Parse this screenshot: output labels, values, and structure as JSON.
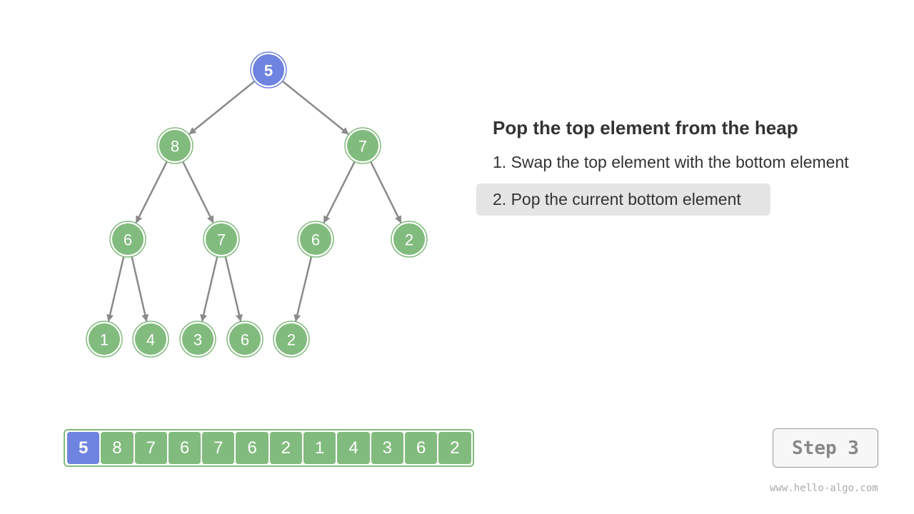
{
  "heap_tree": {
    "nodes": [
      {
        "id": 0,
        "value": "5",
        "state": "highlight"
      },
      {
        "id": 1,
        "value": "8",
        "state": "normal"
      },
      {
        "id": 2,
        "value": "7",
        "state": "normal"
      },
      {
        "id": 3,
        "value": "6",
        "state": "normal"
      },
      {
        "id": 4,
        "value": "7",
        "state": "normal"
      },
      {
        "id": 5,
        "value": "6",
        "state": "normal"
      },
      {
        "id": 6,
        "value": "2",
        "state": "normal"
      },
      {
        "id": 7,
        "value": "1",
        "state": "normal"
      },
      {
        "id": 8,
        "value": "4",
        "state": "normal"
      },
      {
        "id": 9,
        "value": "3",
        "state": "normal"
      },
      {
        "id": 10,
        "value": "6",
        "state": "normal"
      },
      {
        "id": 11,
        "value": "2",
        "state": "normal"
      }
    ],
    "edges": [
      [
        0,
        1
      ],
      [
        0,
        2
      ],
      [
        1,
        3
      ],
      [
        1,
        4
      ],
      [
        2,
        5
      ],
      [
        2,
        6
      ],
      [
        3,
        7
      ],
      [
        3,
        8
      ],
      [
        4,
        9
      ],
      [
        4,
        10
      ],
      [
        5,
        11
      ]
    ]
  },
  "explanation": {
    "title": "Pop the top element from the heap",
    "steps": [
      {
        "text": "1. Swap the top element with the bottom element",
        "active": false
      },
      {
        "text": "2. Pop the current bottom element",
        "active": true
      }
    ]
  },
  "heap_array": [
    {
      "value": "5",
      "state": "highlight"
    },
    {
      "value": "8",
      "state": "normal"
    },
    {
      "value": "7",
      "state": "normal"
    },
    {
      "value": "6",
      "state": "normal"
    },
    {
      "value": "7",
      "state": "normal"
    },
    {
      "value": "6",
      "state": "normal"
    },
    {
      "value": "2",
      "state": "normal"
    },
    {
      "value": "1",
      "state": "normal"
    },
    {
      "value": "4",
      "state": "normal"
    },
    {
      "value": "3",
      "state": "normal"
    },
    {
      "value": "6",
      "state": "normal"
    },
    {
      "value": "2",
      "state": "normal"
    }
  ],
  "step_indicator": "Step 3",
  "footer": "www.hello-algo.com",
  "colors": {
    "node": "#82bb7e",
    "highlight": "#6f84e0",
    "edge": "#8a8a8a",
    "active_step_bg": "#e5e5e5"
  }
}
